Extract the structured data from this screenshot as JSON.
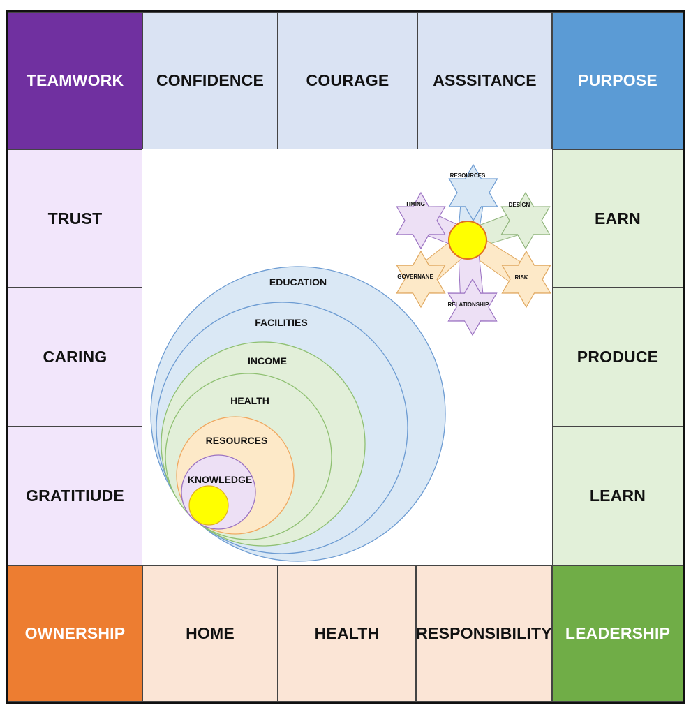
{
  "grid": {
    "top": [
      {
        "label": "TEAMWORK",
        "color": "#7030a0",
        "text_color": "#ffffff"
      },
      {
        "label": "CONFIDENCE",
        "color": "#dae3f3",
        "text_color": "#111111"
      },
      {
        "label": "COURAGE",
        "color": "#dae3f3",
        "text_color": "#111111"
      },
      {
        "label": "ASSSITANCE",
        "color": "#dae3f3",
        "text_color": "#111111"
      },
      {
        "label": "PURPOSE",
        "color": "#5b9bd5",
        "text_color": "#ffffff"
      }
    ],
    "left": [
      {
        "label": "TRUST",
        "color": "#f2e6fb"
      },
      {
        "label": "CARING",
        "color": "#f2e6fb"
      },
      {
        "label": "GRATITIUDE",
        "color": "#f2e6fb"
      }
    ],
    "right": [
      {
        "label": "EARN",
        "color": "#e2f0d9"
      },
      {
        "label": "PRODUCE",
        "color": "#e2f0d9"
      },
      {
        "label": "LEARN",
        "color": "#e2f0d9"
      }
    ],
    "bottom": [
      {
        "label": "OWNERSHIP",
        "color": "#ed7d31",
        "text_color": "#ffffff"
      },
      {
        "label": "HOME",
        "color": "#fbe5d6",
        "text_color": "#111111"
      },
      {
        "label": "HEALTH",
        "color": "#fbe5d6",
        "text_color": "#111111"
      },
      {
        "label": "RESPONSIBILITY",
        "color": "#fbe5d6",
        "text_color": "#111111"
      },
      {
        "label": "LEADERSHIP",
        "color": "#70ad47",
        "text_color": "#ffffff"
      }
    ]
  },
  "circles": [
    {
      "label": "EDUCATION",
      "fill": "#dae8f5",
      "stroke": "#6c9bd2"
    },
    {
      "label": "FACILITIES",
      "fill": "#dae8f5",
      "stroke": "#6c9bd2"
    },
    {
      "label": "INCOME",
      "fill": "#e2efd9",
      "stroke": "#8fc072"
    },
    {
      "label": "HEALTH",
      "fill": "#e2efd9",
      "stroke": "#8fc072"
    },
    {
      "label": "RESOURCES",
      "fill": "#fde9c8",
      "stroke": "#f0a860"
    },
    {
      "label": "KNOWLEDGE",
      "fill": "#ede0f5",
      "stroke": "#9b72c2"
    }
  ],
  "core_color": "#ffff00",
  "stars": [
    {
      "label": "RESOURCES",
      "fill": "#dae8f5",
      "stroke": "#6c9bd2"
    },
    {
      "label": "DESIGN",
      "fill": "#e2efd9",
      "stroke": "#8fb47a"
    },
    {
      "label": "RISK",
      "fill": "#fde9c8",
      "stroke": "#e0a860"
    },
    {
      "label": "RELATIONSHIP",
      "fill": "#ede0f5",
      "stroke": "#9b72c2"
    },
    {
      "label": "GOVERNANE",
      "fill": "#fde9c8",
      "stroke": "#e0a860"
    },
    {
      "label": "TIMING",
      "fill": "#ede0f5",
      "stroke": "#9b72c2"
    }
  ]
}
